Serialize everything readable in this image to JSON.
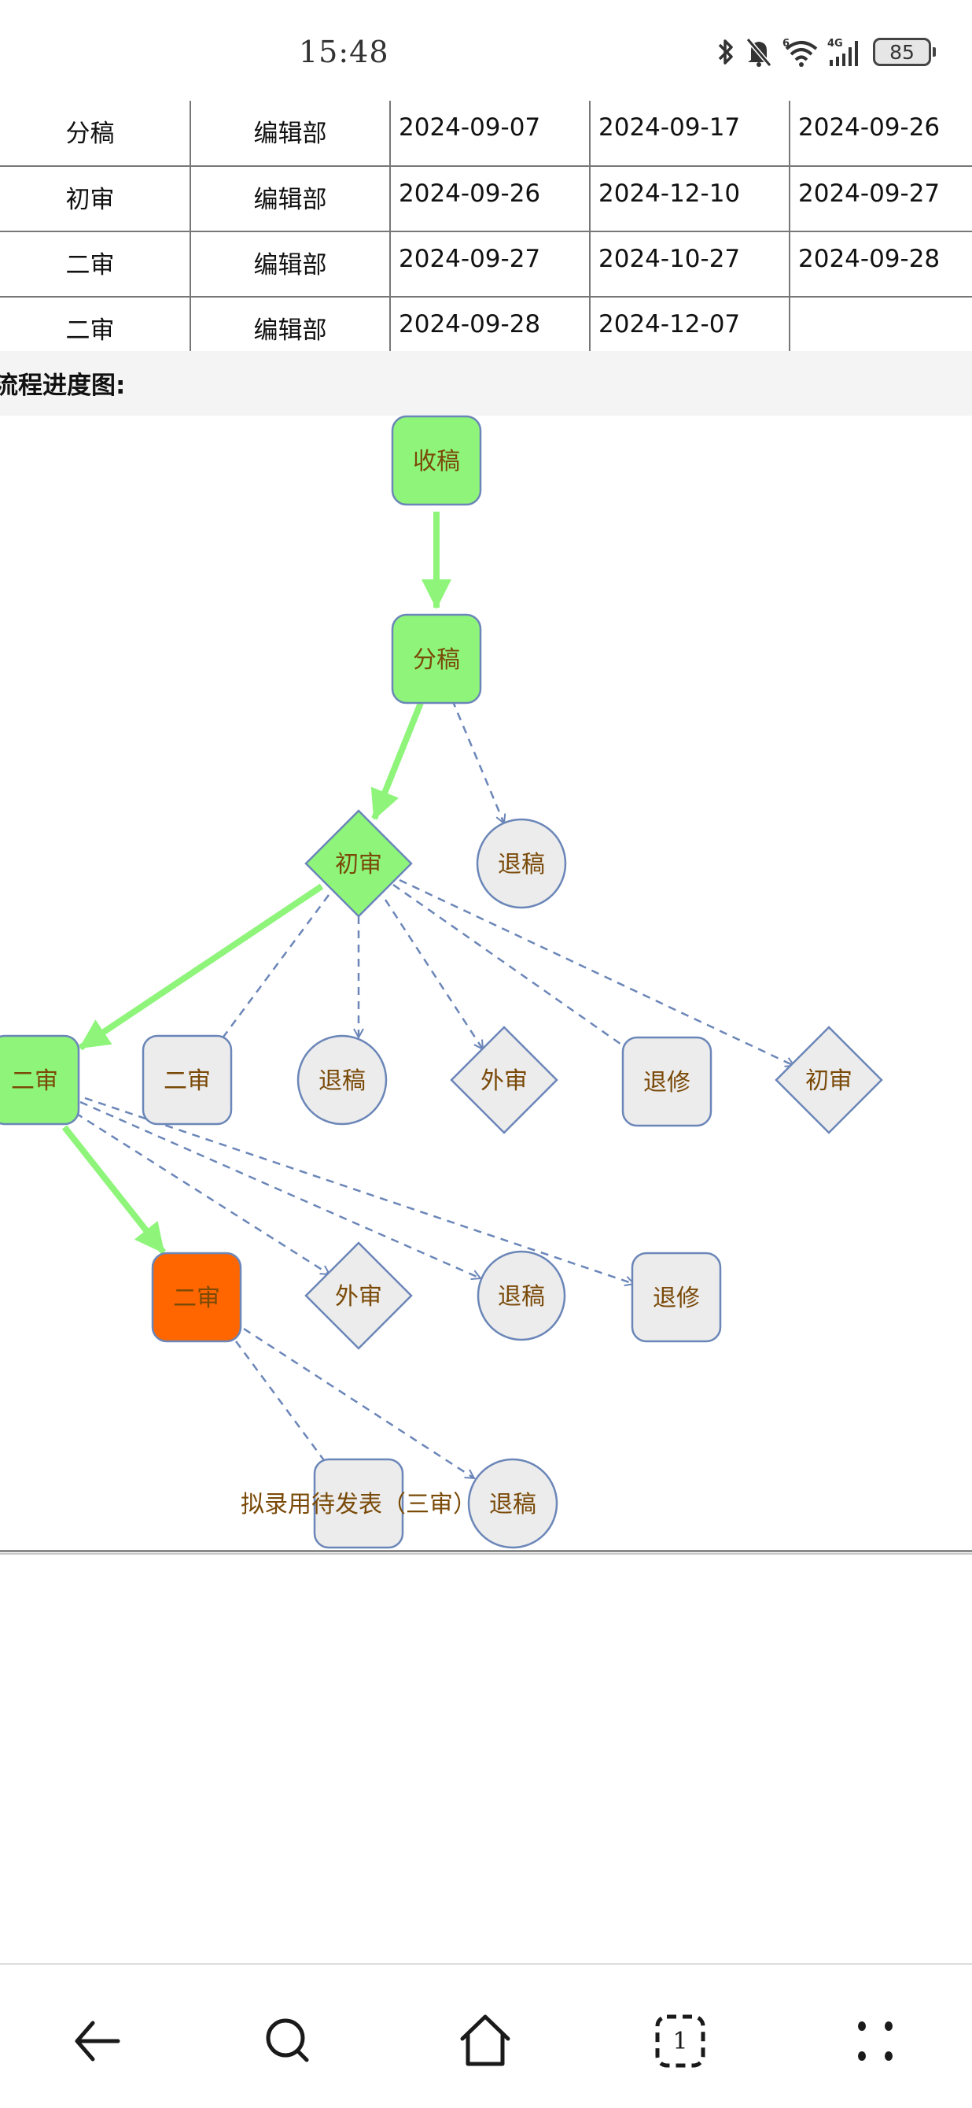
{
  "status_bar": {
    "time": "15:48",
    "icons": [
      "bluetooth-icon",
      "mute-bell-icon",
      "wifi-6-icon",
      "signal-4g-icon"
    ],
    "wifi_badge": "6",
    "network_badge": "4G",
    "battery_level": "85"
  },
  "table": {
    "rows": [
      [
        "分稿",
        "编辑部",
        "2024-09-07",
        "2024-09-17",
        "2024-09-26"
      ],
      [
        "初审",
        "编辑部",
        "2024-09-26",
        "2024-12-10",
        "2024-09-27"
      ],
      [
        "二审",
        "编辑部",
        "2024-09-27",
        "2024-10-27",
        "2024-09-28"
      ],
      [
        "二审",
        "编辑部",
        "2024-09-28",
        "2024-12-07",
        ""
      ]
    ]
  },
  "section": {
    "title": "流程进度图:"
  },
  "diagram": {
    "colors": {
      "done": "#8ef57a",
      "current": "#ff6600",
      "pending": "#ececec",
      "border": "#6b86b8",
      "label": "#7a4a08",
      "active_edge": "#8ef57a",
      "option_edge": "#6b86b8"
    },
    "nodes": [
      {
        "id": "n1",
        "label": "收稿",
        "shape": "rect",
        "state": "done"
      },
      {
        "id": "n2",
        "label": "分稿",
        "shape": "rect",
        "state": "done"
      },
      {
        "id": "n3",
        "label": "退稿",
        "shape": "circle",
        "state": "pending"
      },
      {
        "id": "n4",
        "label": "初审",
        "shape": "diamond",
        "state": "done"
      },
      {
        "id": "n5",
        "label": "二审",
        "shape": "rect",
        "state": "done"
      },
      {
        "id": "n6",
        "label": "二审",
        "shape": "rect",
        "state": "pending"
      },
      {
        "id": "n7",
        "label": "退稿",
        "shape": "circle",
        "state": "pending"
      },
      {
        "id": "n8",
        "label": "外审",
        "shape": "diamond",
        "state": "pending"
      },
      {
        "id": "n9",
        "label": "退修",
        "shape": "rect",
        "state": "pending"
      },
      {
        "id": "n10",
        "label": "初审",
        "shape": "diamond",
        "state": "pending"
      },
      {
        "id": "n11",
        "label": "二审",
        "shape": "rect",
        "state": "current"
      },
      {
        "id": "n12",
        "label": "外审",
        "shape": "diamond",
        "state": "pending"
      },
      {
        "id": "n13",
        "label": "退稿",
        "shape": "circle",
        "state": "pending"
      },
      {
        "id": "n14",
        "label": "退修",
        "shape": "rect",
        "state": "pending"
      },
      {
        "id": "n15",
        "label": "拟录用待发表（三审）",
        "shape": "rect",
        "state": "pending"
      },
      {
        "id": "n16",
        "label": "退稿",
        "shape": "circle",
        "state": "pending"
      }
    ],
    "edges": [
      {
        "from": "n1",
        "to": "n2",
        "type": "active"
      },
      {
        "from": "n2",
        "to": "n4",
        "type": "active"
      },
      {
        "from": "n2",
        "to": "n3",
        "type": "option"
      },
      {
        "from": "n4",
        "to": "n5",
        "type": "active"
      },
      {
        "from": "n4",
        "to": "n6",
        "type": "option"
      },
      {
        "from": "n4",
        "to": "n7",
        "type": "option"
      },
      {
        "from": "n4",
        "to": "n8",
        "type": "option"
      },
      {
        "from": "n4",
        "to": "n9",
        "type": "option"
      },
      {
        "from": "n4",
        "to": "n10",
        "type": "option"
      },
      {
        "from": "n5",
        "to": "n11",
        "type": "active"
      },
      {
        "from": "n5",
        "to": "n12",
        "type": "option"
      },
      {
        "from": "n5",
        "to": "n13",
        "type": "option"
      },
      {
        "from": "n5",
        "to": "n14",
        "type": "option"
      },
      {
        "from": "n11",
        "to": "n15",
        "type": "option"
      },
      {
        "from": "n11",
        "to": "n16",
        "type": "option"
      }
    ]
  },
  "nav_bar": {
    "items": [
      {
        "name": "back",
        "icon": "back-arrow-icon"
      },
      {
        "name": "search",
        "icon": "search-icon"
      },
      {
        "name": "home",
        "icon": "home-icon"
      },
      {
        "name": "tabs",
        "icon": "tabs-icon",
        "count": "1"
      },
      {
        "name": "menu",
        "icon": "menu-dots-icon"
      }
    ]
  }
}
